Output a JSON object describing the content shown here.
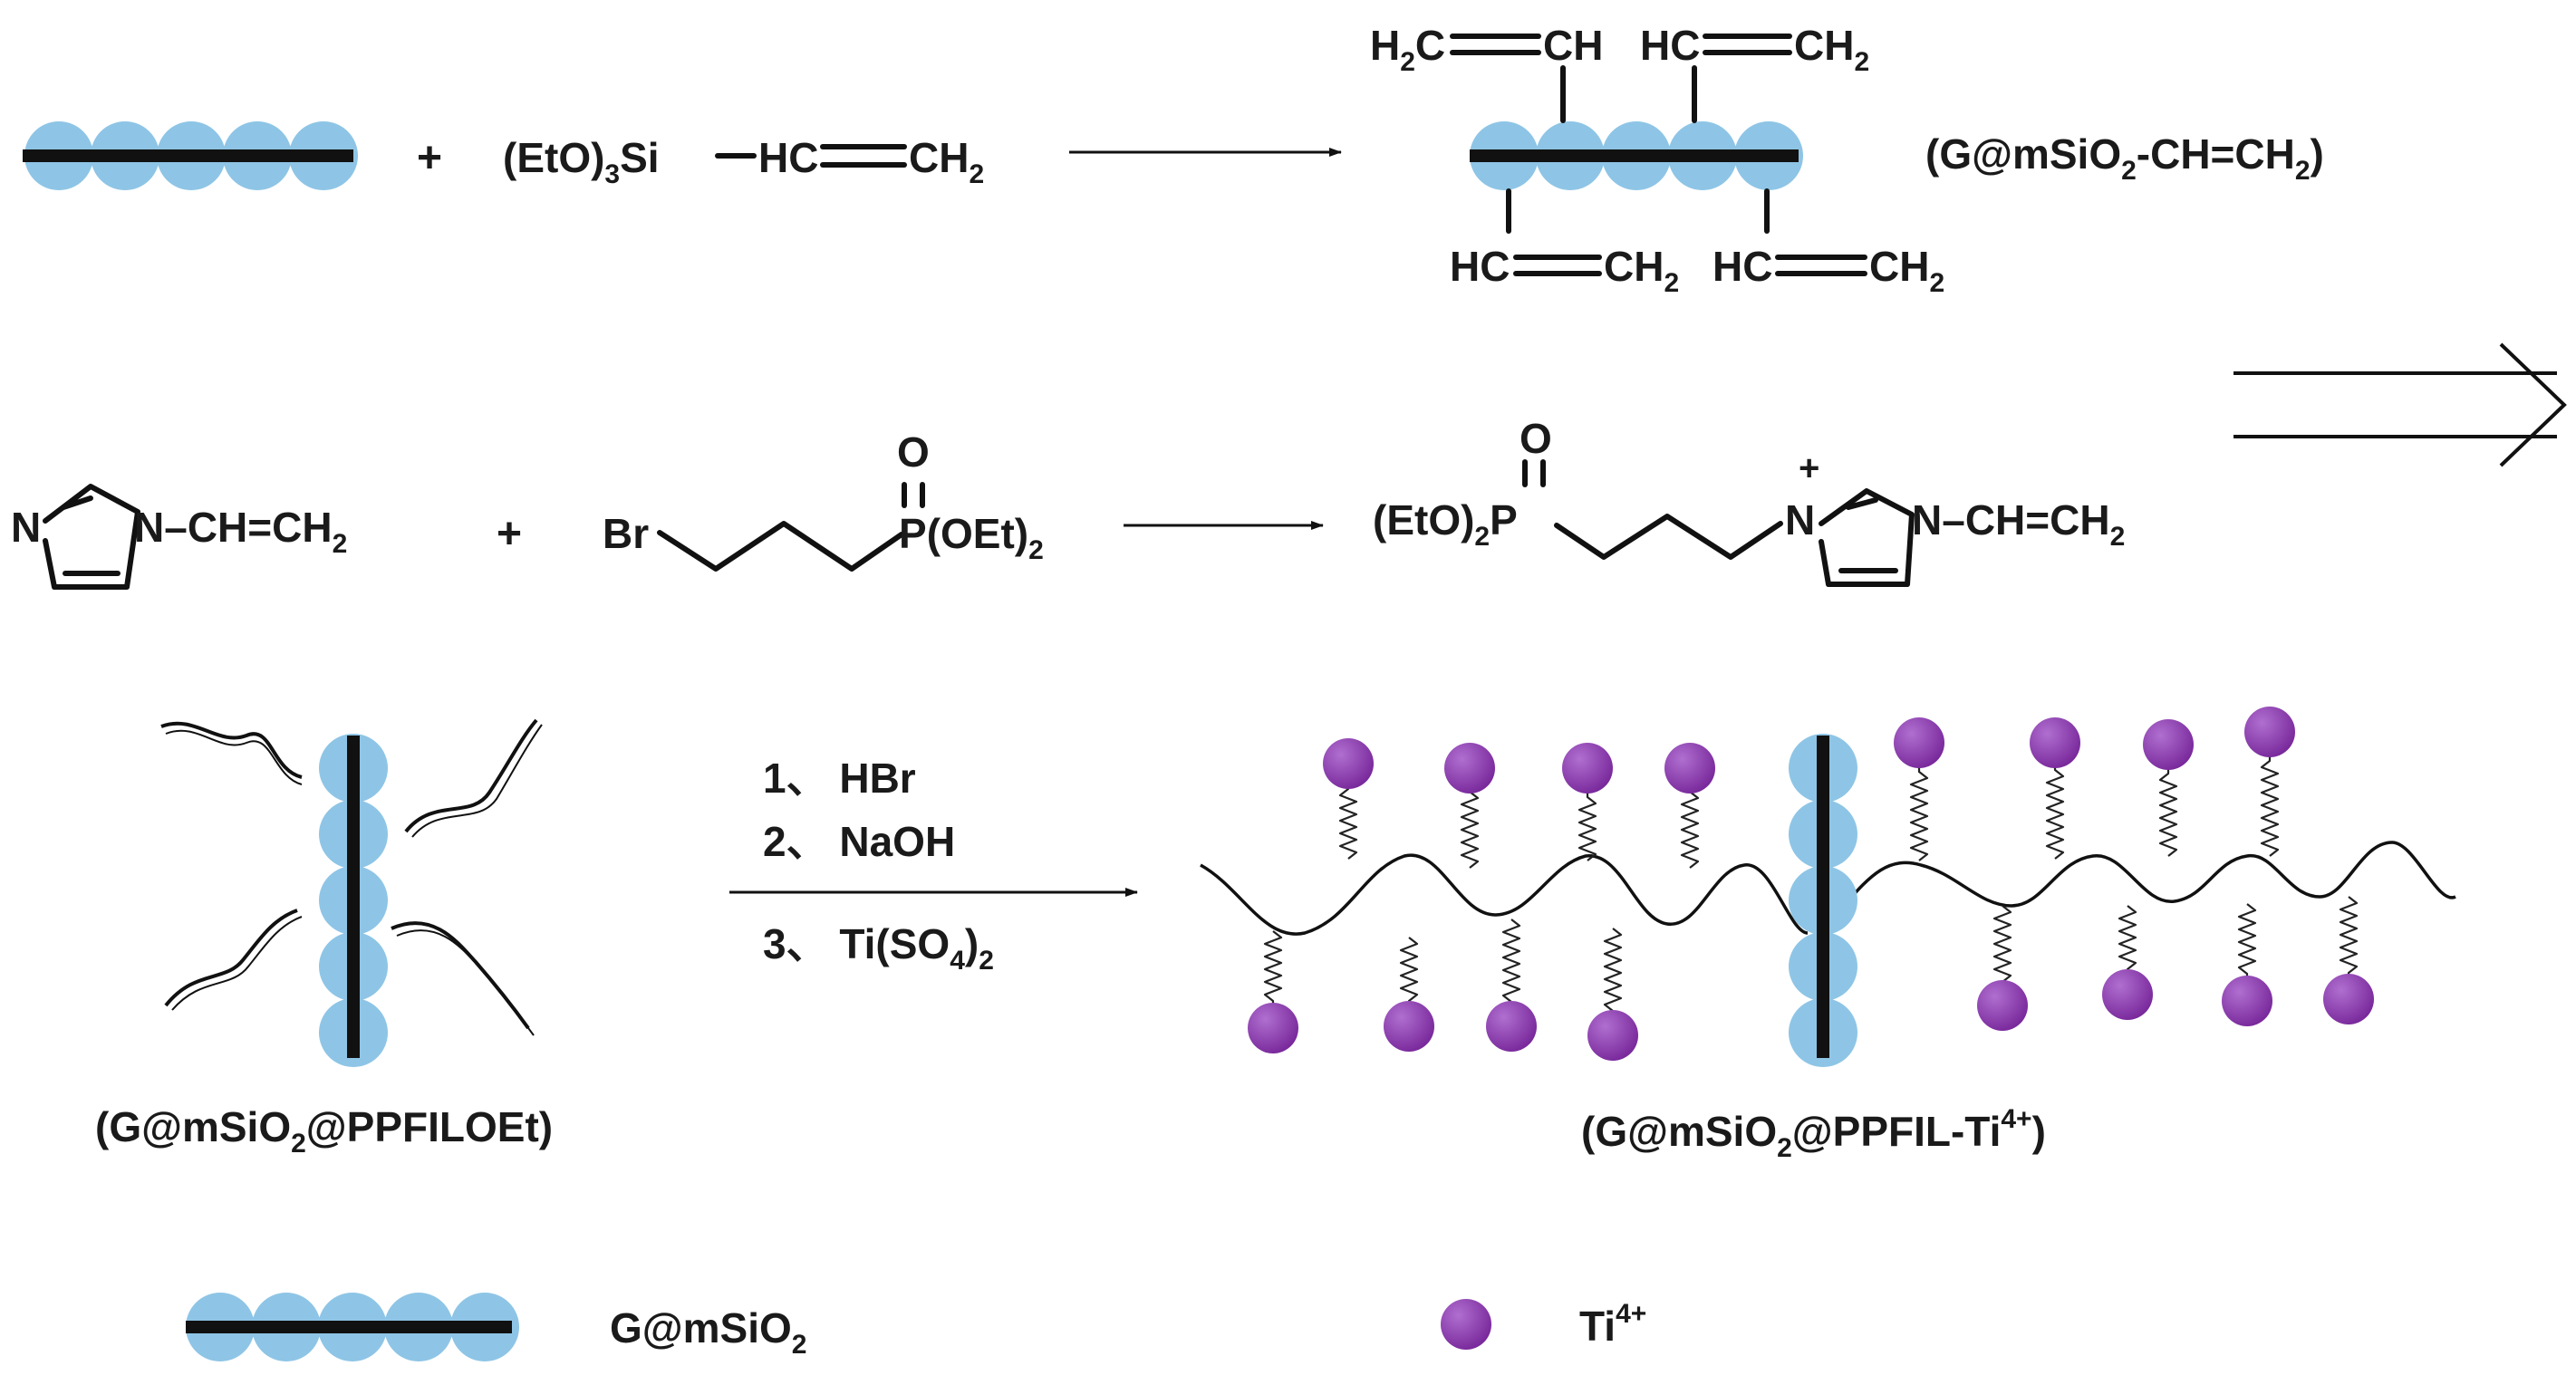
{
  "colors": {
    "silica_bead": "#8ec5e6",
    "titanium_ion": "#7a2a9c",
    "titanium_ion_highlight": "#b06fd0",
    "ink": "#111111"
  },
  "row1": {
    "plus": "+",
    "reagent_prefix": "(EtO)",
    "reagent_sub": "3",
    "reagent_si": "Si",
    "reagent_vinyl_hc": "HC",
    "reagent_vinyl_ch": "CH",
    "reagent_vinyl_sub": "2",
    "product_top_left_h": "H",
    "product_top_left_sub": "2",
    "product_top_left_c": "C",
    "product_top_ch": "CH",
    "product_top_right_hc": "HC",
    "product_top_right_ch": "CH",
    "product_top_right_sub": "2",
    "product_bottom_left_hc": "HC",
    "product_bottom_left_ch": "CH",
    "product_bottom_left_sub": "2",
    "product_bottom_right_hc": "HC",
    "product_bottom_right_ch": "CH",
    "product_bottom_right_sub": "2",
    "product_label_a": "(G@mSiO",
    "product_label_sub1": "2",
    "product_label_b": "-CH=CH",
    "product_label_sub2": "2",
    "product_label_c": ")"
  },
  "row2": {
    "imidazole_n3": "N",
    "imidazole_n1": "N",
    "imidazole_vinyl": "–CH=CH",
    "imidazole_vinyl_sub": "2",
    "plus": "+",
    "bromide_br": "Br",
    "phosphonate_o": "O",
    "phosphonate_p": "P",
    "phosphonate_oet": "(OEt)",
    "phosphonate_oet_sub": "2",
    "product_o": "O",
    "product_eto": "(EtO)",
    "product_eto_sub": "2",
    "product_p": "P",
    "product_n_plus": "N",
    "product_charge": "+",
    "product_n1": "N",
    "product_vinyl": "–CH=CH",
    "product_vinyl_sub": "2"
  },
  "row3": {
    "step1": "1、 HBr",
    "step2": "2、 NaOH",
    "step3_a": "3、 Ti(SO",
    "step3_sub": "4",
    "step3_b": ")",
    "step3_sub2": "2",
    "left_label_a": "(G@mSiO",
    "left_label_sub": "2",
    "left_label_b": "@PPFILOEt)",
    "right_label_a": "(G@mSiO",
    "right_label_sub": "2",
    "right_label_b": "@PPFIL-Ti",
    "right_label_sup": "4+",
    "right_label_c": ")"
  },
  "legend": {
    "silica_a": "G@mSiO",
    "silica_sub": "2",
    "ti_a": "Ti",
    "ti_sup": "4+"
  }
}
